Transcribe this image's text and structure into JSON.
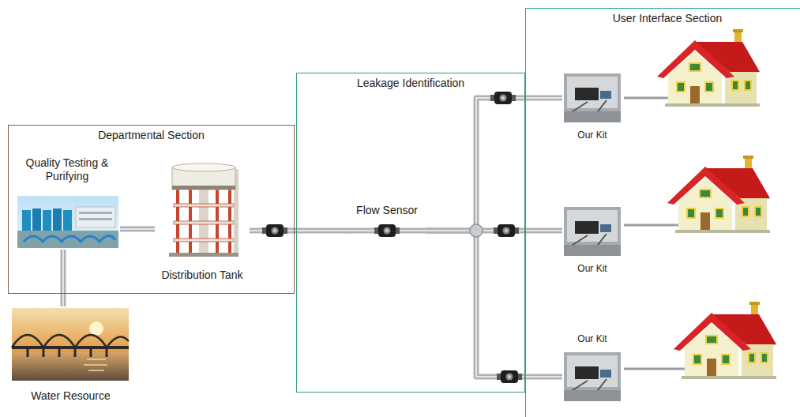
{
  "diagram": {
    "nodes": [
      {
        "text": [
          "Departmental Section"
        ]
      },
      {
        "text": [
          "Quality Testing & Purifying"
        ],
        "in": 0
      },
      {
        "text": [
          "Distribution Tank"
        ],
        "in": 0
      },
      {
        "text": [
          "Water Resource"
        ]
      },
      {
        "text": [
          "Leakage Identification"
        ]
      },
      {
        "text": [
          "Flow Sensor"
        ],
        "in": 4
      },
      {
        "text": [
          "User Interface Section"
        ]
      },
      {
        "text": [
          "Our Kit"
        ],
        "in": 6
      },
      {
        "text": [
          "Our Kit"
        ],
        "in": 6
      },
      {
        "text": [
          "Our Kit"
        ],
        "in": 6
      }
    ],
    "edges": [
      {
        "from": 3,
        "to": 1,
        "arrow": "none"
      },
      {
        "from": 1,
        "to": 2,
        "arrow": "none"
      },
      {
        "from": 2,
        "to": 5,
        "arrow": "none"
      },
      {
        "from": 5,
        "to": 7,
        "arrow": "none"
      },
      {
        "from": 5,
        "to": 8,
        "arrow": "none"
      },
      {
        "from": 5,
        "to": 9,
        "arrow": "none"
      }
    ]
  }
}
